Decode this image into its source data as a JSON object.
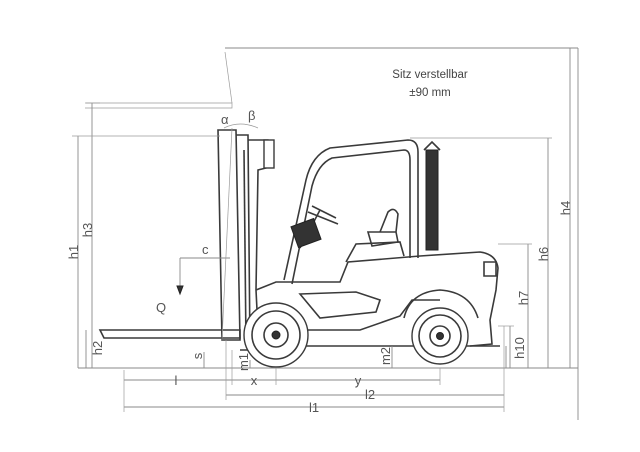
{
  "note": {
    "line1": "Sitz verstellbar",
    "line2": "±90 mm"
  },
  "labels": {
    "alpha": "α",
    "beta": "β",
    "h1": "h1",
    "h2": "h2",
    "h3": "h3",
    "h4": "h4",
    "h6": "h6",
    "h7": "h7",
    "h10": "h10",
    "c": "c",
    "Q": "Q",
    "s": "s",
    "m1": "m1",
    "m2": "m2",
    "l": "l",
    "x": "x",
    "y": "y",
    "l1": "l1",
    "l2": "l2"
  }
}
